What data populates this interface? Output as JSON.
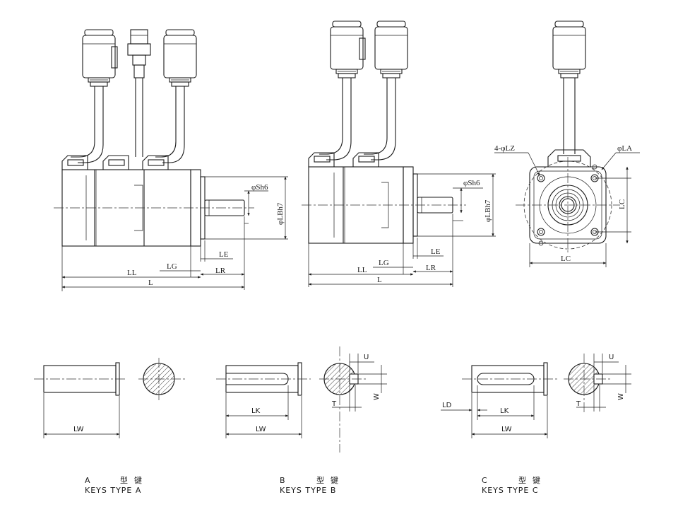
{
  "motor_a": {
    "dims": {
      "shaft_dia": "φSh6",
      "flange_dia": "φLBh7",
      "le": "LE",
      "ll": "LL",
      "lg": "LG",
      "lr": "LR",
      "l": "L"
    }
  },
  "motor_b": {
    "dims": {
      "shaft_dia": "φSh6",
      "flange_dia": "φLBh7",
      "le": "LE",
      "ll": "LL",
      "lg": "LG",
      "lr": "LR",
      "l": "L"
    }
  },
  "front_view": {
    "dims": {
      "holes": "4-φLZ",
      "la": "φLA",
      "lc_vertical": "LC",
      "lc_horizontal": "LC"
    }
  },
  "key_a": {
    "dims": {
      "lw": "LW"
    },
    "caption_letter": "A",
    "caption_cn_1": "型",
    "caption_cn_2": "键",
    "caption_en": "KEYS  TYPE  A"
  },
  "key_b": {
    "dims": {
      "lk": "LK",
      "lw": "LW",
      "u": "U",
      "t": "T",
      "w": "W"
    },
    "caption_letter": "B",
    "caption_cn_1": "型",
    "caption_cn_2": "键",
    "caption_en": "KEYS  TYPE  B"
  },
  "key_c": {
    "dims": {
      "ld": "LD",
      "lk": "LK",
      "lw": "LW",
      "u": "U",
      "t": "T",
      "w": "W"
    },
    "caption_letter": "C",
    "caption_cn_1": "型",
    "caption_cn_2": "键",
    "caption_en": "KEYS  TYPE  C"
  }
}
